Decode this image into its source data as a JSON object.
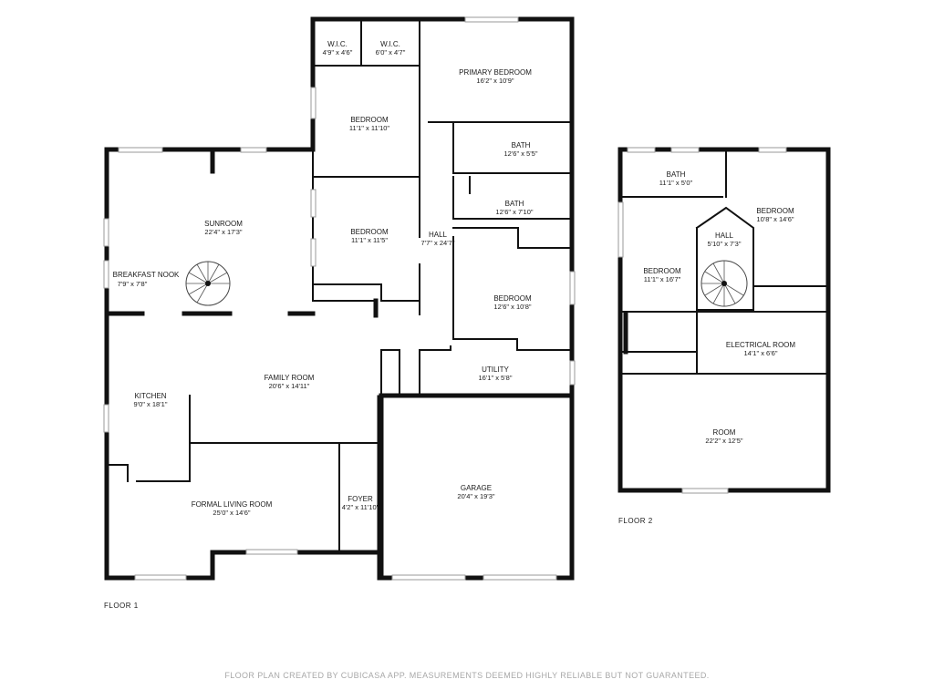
{
  "floors": [
    {
      "label": "FLOOR 1",
      "rooms": [
        {
          "name": "W.I.C.",
          "dims": "4'9\" x 4'6\""
        },
        {
          "name": "W.I.C.",
          "dims": "6'0\" x 4'7\""
        },
        {
          "name": "PRIMARY BEDROOM",
          "dims": "16'2\" x 10'9\""
        },
        {
          "name": "BEDROOM",
          "dims": "11'1\" x 11'10\""
        },
        {
          "name": "BATH",
          "dims": "12'6\" x 5'5\""
        },
        {
          "name": "SUNROOM",
          "dims": "22'4\" x 17'3\""
        },
        {
          "name": "BATH",
          "dims": "12'6\" x 7'10\""
        },
        {
          "name": "BEDROOM",
          "dims": "11'1\" x 11'5\""
        },
        {
          "name": "HALL",
          "dims": "7'7\" x 24'7\""
        },
        {
          "name": "BREAKFAST NOOK",
          "dims": "7'9\" x 7'8\""
        },
        {
          "name": "BEDROOM",
          "dims": "12'6\" x 10'8\""
        },
        {
          "name": "UTILITY",
          "dims": "16'1\" x 5'8\""
        },
        {
          "name": "FAMILY ROOM",
          "dims": "20'6\" x 14'11\""
        },
        {
          "name": "KITCHEN",
          "dims": "9'0\" x 18'1\""
        },
        {
          "name": "GARAGE",
          "dims": "20'4\" x 19'3\""
        },
        {
          "name": "FOYER",
          "dims": "4'2\" x 11'10\""
        },
        {
          "name": "FORMAL LIVING ROOM",
          "dims": "25'0\" x 14'6\""
        }
      ]
    },
    {
      "label": "FLOOR 2",
      "rooms": [
        {
          "name": "BATH",
          "dims": "11'1\" x 5'0\""
        },
        {
          "name": "BEDROOM",
          "dims": "10'8\" x 14'6\""
        },
        {
          "name": "HALL",
          "dims": "5'10\" x 7'3\""
        },
        {
          "name": "BEDROOM",
          "dims": "11'1\" x 16'7\""
        },
        {
          "name": "ELECTRICAL ROOM",
          "dims": "14'1\" x 6'6\""
        },
        {
          "name": "ROOM",
          "dims": "22'2\" x 12'5\""
        }
      ]
    }
  ],
  "disclaimer": "FLOOR PLAN CREATED BY CUBICASA APP. MEASUREMENTS DEEMED HIGHLY RELIABLE BUT NOT GUARANTEED."
}
